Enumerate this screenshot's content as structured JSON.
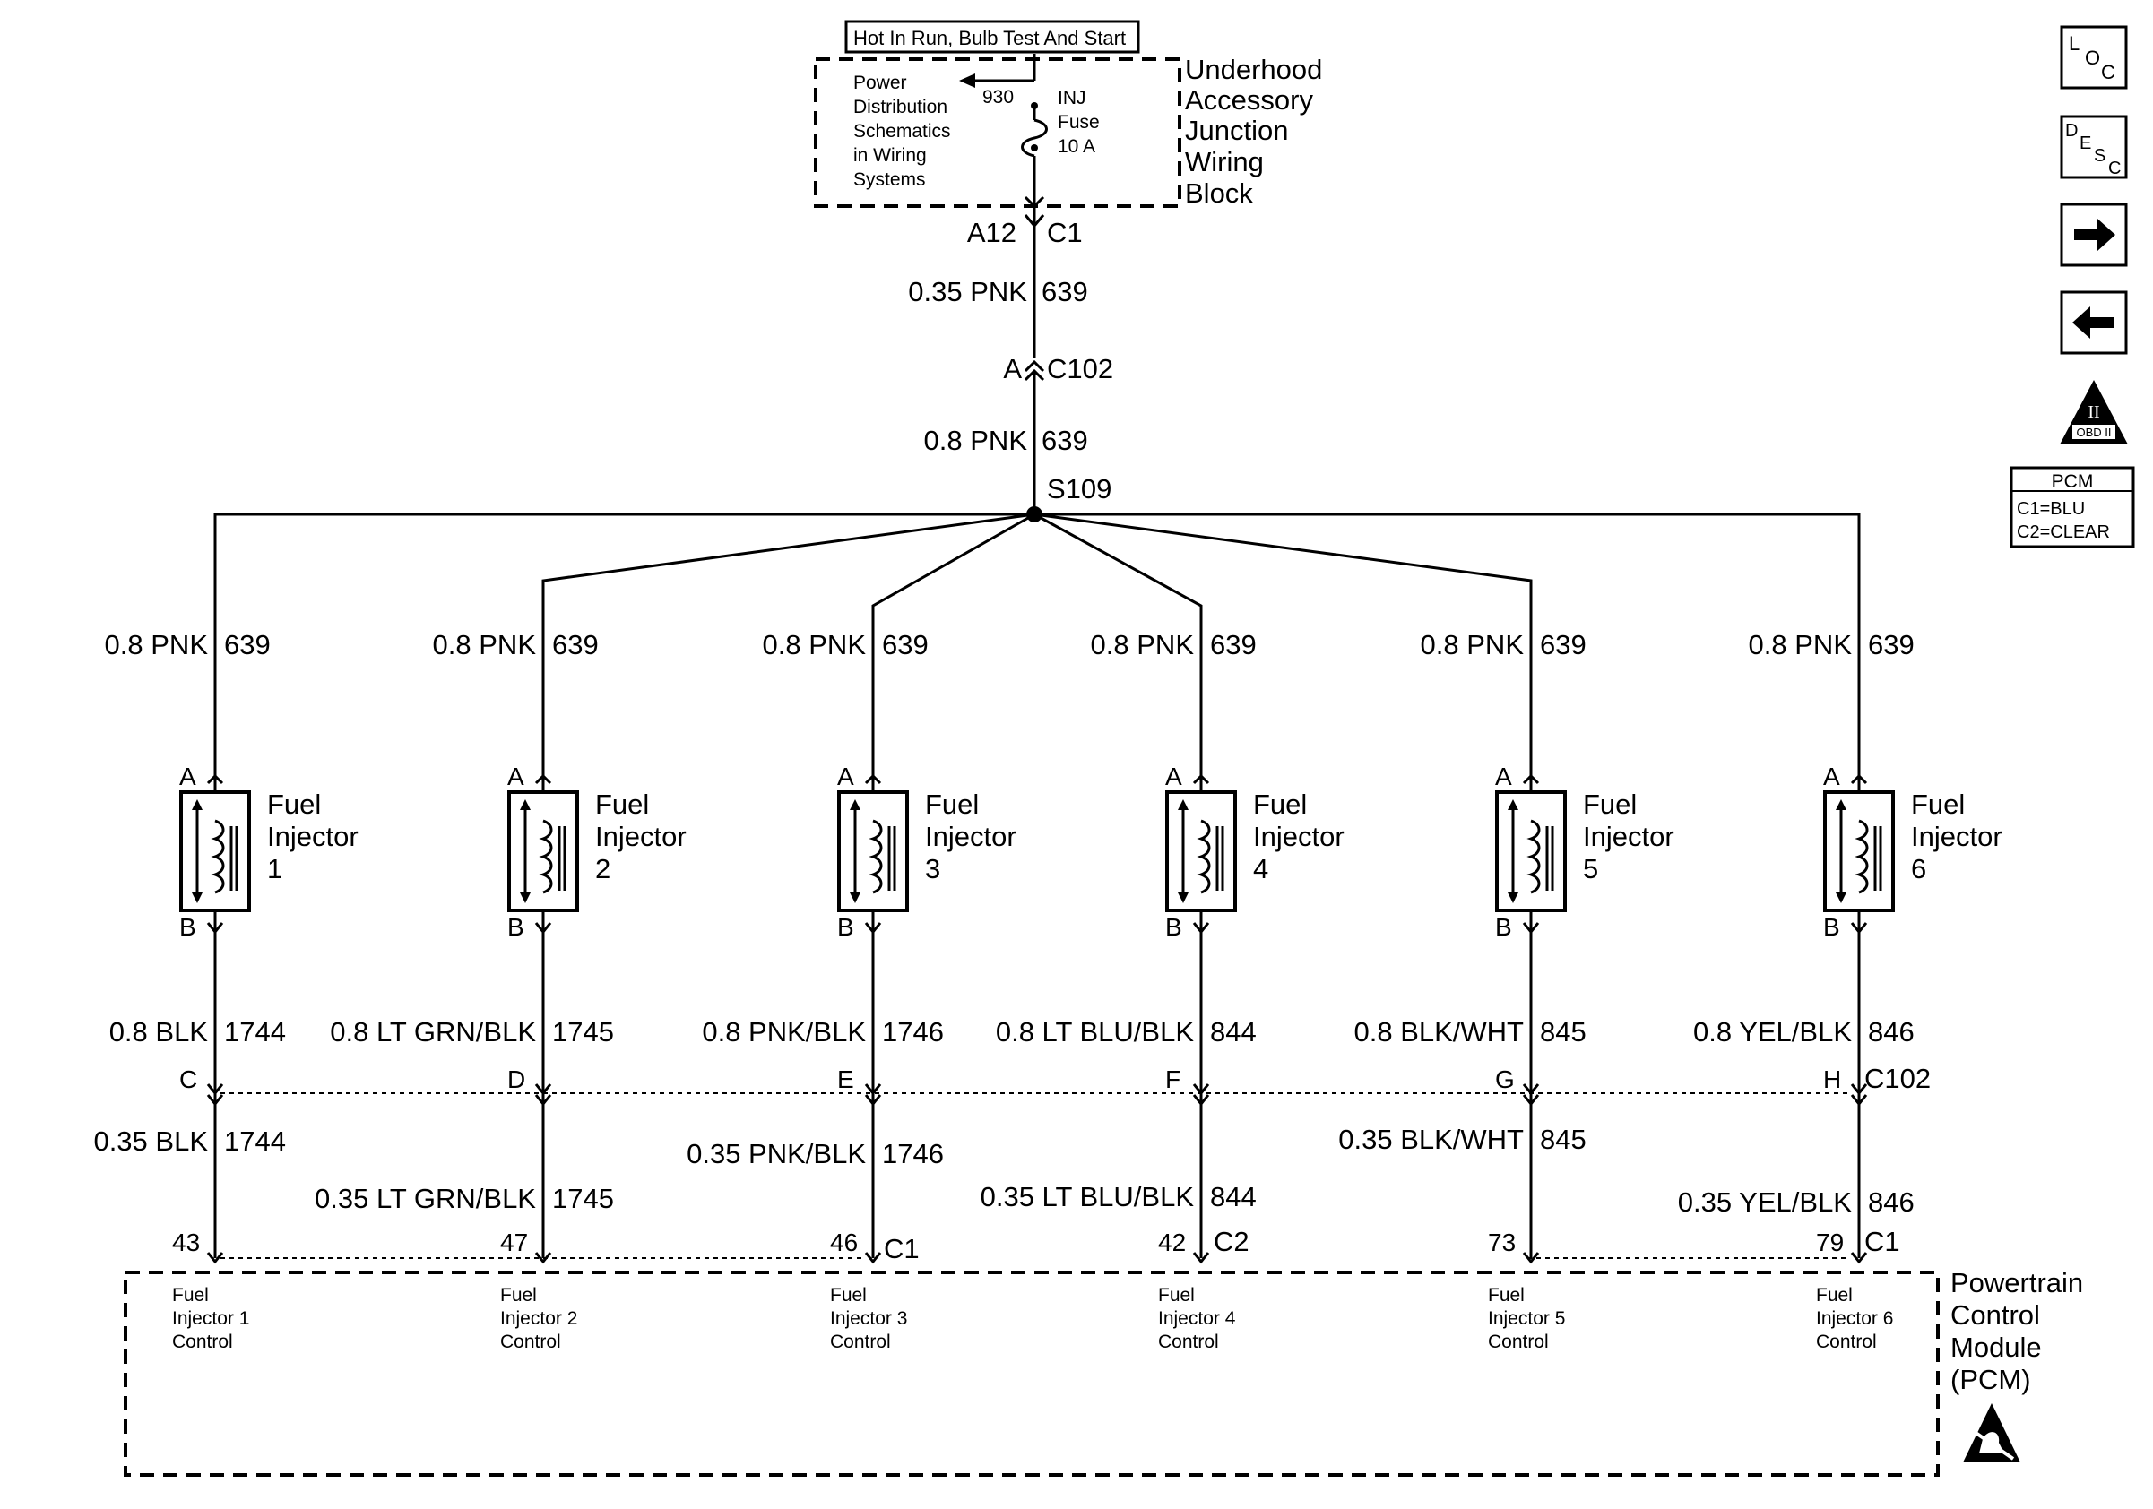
{
  "colors": {
    "ink": "#000000",
    "paper": "#ffffff"
  },
  "header": {
    "hot_in_run": "Hot In Run, Bulb Test And Start"
  },
  "junction_block": {
    "title_lines": [
      "Underhood",
      "Accessory",
      "Junction",
      "Wiring",
      "Block"
    ],
    "power_ref_lines": [
      "Power",
      "Distribution",
      "Schematics",
      "in Wiring",
      "Systems"
    ],
    "circuit_930": "930",
    "fuse_lines": [
      "INJ",
      "Fuse",
      "10 A"
    ],
    "pin": "A12",
    "connector": "C1"
  },
  "trunk": {
    "upper_wire": {
      "gauge_color": "0.35 PNK",
      "circuit": "639"
    },
    "c102_pin": "A",
    "c102_label": "C102",
    "lower_wire": {
      "gauge_color": "0.8 PNK",
      "circuit": "639"
    },
    "splice": "S109"
  },
  "injectors": [
    {
      "name_lines": [
        "Fuel",
        "Injector",
        "1"
      ],
      "pin_a": "A",
      "pin_b": "B",
      "feed": "0.8 PNK",
      "feed_circuit": "639",
      "ret_upper": "0.8 BLK",
      "ret_upper_circuit": "1744",
      "c102_pin": "C",
      "ret_lower": "0.35 BLK",
      "ret_lower_circuit": "1744",
      "pcm_pin": "43",
      "pcm_label_lines": [
        "Fuel",
        "Injector 1",
        "Control"
      ]
    },
    {
      "name_lines": [
        "Fuel",
        "Injector",
        "2"
      ],
      "pin_a": "A",
      "pin_b": "B",
      "feed": "0.8 PNK",
      "feed_circuit": "639",
      "ret_upper": "0.8 LT GRN/BLK",
      "ret_upper_circuit": "1745",
      "c102_pin": "D",
      "ret_lower": "0.35 LT GRN/BLK",
      "ret_lower_circuit": "1745",
      "pcm_pin": "47",
      "pcm_label_lines": [
        "Fuel",
        "Injector 2",
        "Control"
      ]
    },
    {
      "name_lines": [
        "Fuel",
        "Injector",
        "3"
      ],
      "pin_a": "A",
      "pin_b": "B",
      "feed": "0.8 PNK",
      "feed_circuit": "639",
      "ret_upper": "0.8 PNK/BLK",
      "ret_upper_circuit": "1746",
      "c102_pin": "E",
      "ret_lower": "0.35 PNK/BLK",
      "ret_lower_circuit": "1746",
      "pcm_pin": "46",
      "pcm_label_lines": [
        "Fuel",
        "Injector 3",
        "Control"
      ]
    },
    {
      "name_lines": [
        "Fuel",
        "Injector",
        "4"
      ],
      "pin_a": "A",
      "pin_b": "B",
      "feed": "0.8 PNK",
      "feed_circuit": "639",
      "ret_upper": "0.8 LT BLU/BLK",
      "ret_upper_circuit": "844",
      "c102_pin": "F",
      "ret_lower": "0.35 LT BLU/BLK",
      "ret_lower_circuit": "844",
      "pcm_pin": "42",
      "pcm_label_lines": [
        "Fuel",
        "Injector 4",
        "Control"
      ]
    },
    {
      "name_lines": [
        "Fuel",
        "Injector",
        "5"
      ],
      "pin_a": "A",
      "pin_b": "B",
      "feed": "0.8 PNK",
      "feed_circuit": "639",
      "ret_upper": "0.8 BLK/WHT",
      "ret_upper_circuit": "845",
      "c102_pin": "G",
      "ret_lower": "0.35 BLK/WHT",
      "ret_lower_circuit": "845",
      "pcm_pin": "73",
      "pcm_label_lines": [
        "Fuel",
        "Injector 5",
        "Control"
      ]
    },
    {
      "name_lines": [
        "Fuel",
        "Injector",
        "6"
      ],
      "pin_a": "A",
      "pin_b": "B",
      "feed": "0.8 PNK",
      "feed_circuit": "639",
      "ret_upper": "0.8 YEL/BLK",
      "ret_upper_circuit": "846",
      "c102_pin": "H",
      "ret_lower": "0.35 YEL/BLK",
      "ret_lower_circuit": "846",
      "pcm_pin": "79",
      "pcm_label_lines": [
        "Fuel",
        "Injector 6",
        "Control"
      ]
    }
  ],
  "connectors": {
    "c102": "C102",
    "pcm_c1": "C1",
    "pcm_c2": "C2"
  },
  "pcm": {
    "title_lines": [
      "Powertrain",
      "Control",
      "Module",
      "(PCM)"
    ]
  },
  "sidebar": {
    "loc_button": {
      "letters": [
        "L",
        "O",
        "C"
      ]
    },
    "desc_button": {
      "letters": [
        "D",
        "E",
        "S",
        "C"
      ]
    },
    "next_icon": "arrow-right",
    "prev_icon": "arrow-left",
    "obd": {
      "numeral": "II",
      "label": "OBD II"
    },
    "pcm_legend": {
      "title": "PCM",
      "rows": [
        "C1=BLU",
        "C2=CLEAR"
      ]
    }
  }
}
